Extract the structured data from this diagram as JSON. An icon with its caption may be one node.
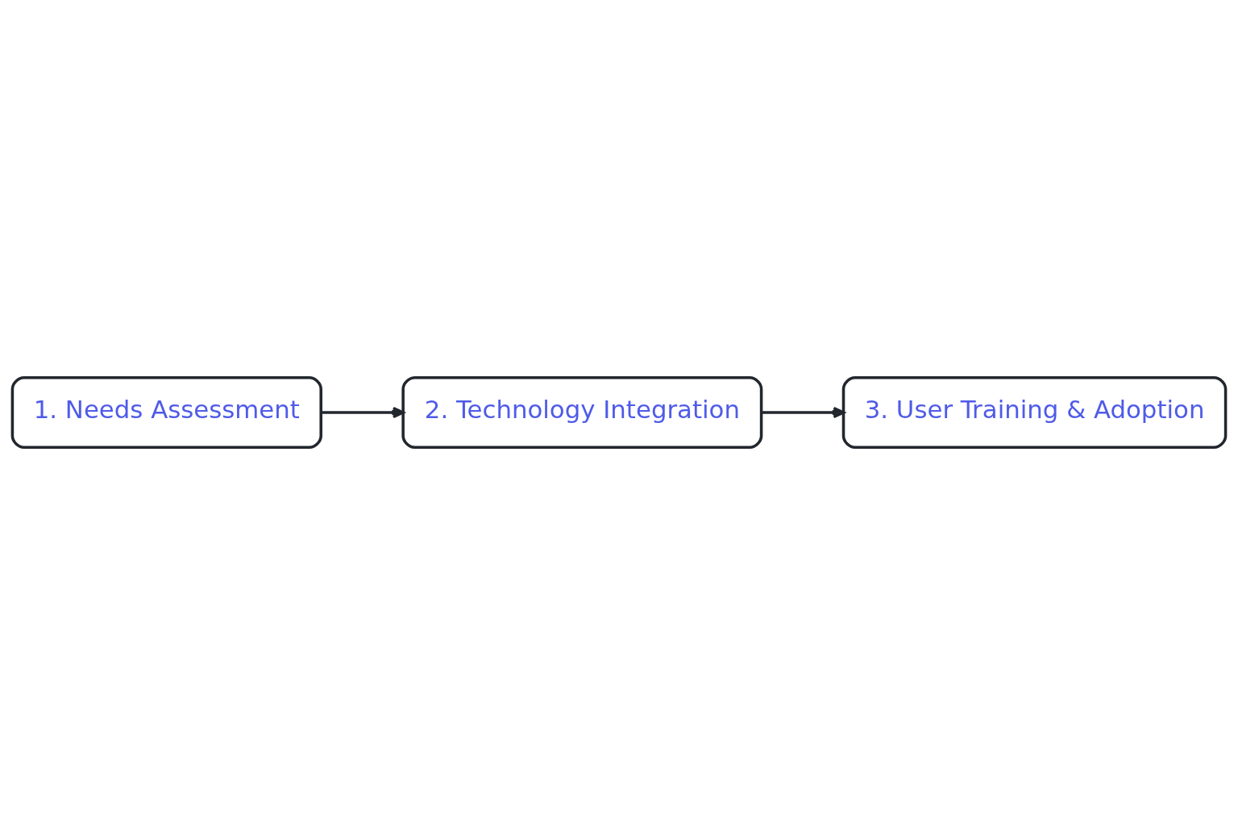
{
  "diagram": {
    "nodes": [
      {
        "text": [
          "1. Needs Assessment"
        ]
      },
      {
        "text": [
          "2. Technology Integration"
        ]
      },
      {
        "text": [
          "3. User Training & Adoption"
        ]
      }
    ],
    "edges": [
      {
        "from": 0,
        "to": 1,
        "arrow": "to"
      },
      {
        "from": 1,
        "to": 2,
        "arrow": "to"
      }
    ]
  }
}
